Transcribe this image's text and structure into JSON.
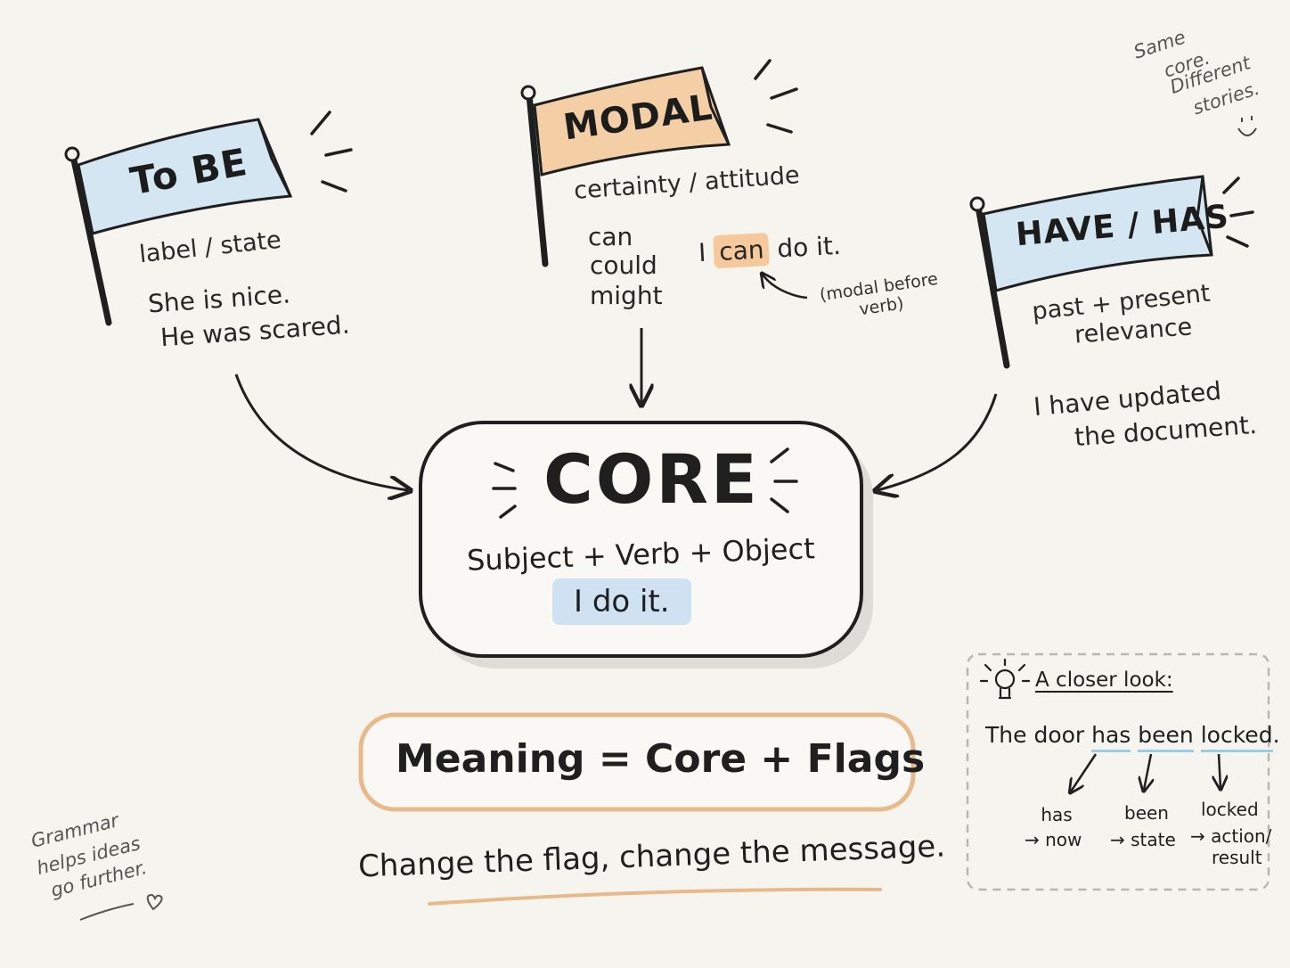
{
  "flags": {
    "to_be": {
      "title": "To BE",
      "subtitle": "label / state",
      "examples": [
        "She is nice.",
        "He was scared."
      ]
    },
    "modal": {
      "title": "MODAL",
      "subtitle": "certainty / attitude",
      "words": [
        "can",
        "could",
        "might"
      ],
      "example_pre": "I",
      "example_hl": "can",
      "example_post": "do it.",
      "note": "(modal before verb)"
    },
    "have_has": {
      "title": "HAVE / HAS",
      "subtitle_line1": "past + present",
      "subtitle_line2": "relevance",
      "example_line1": "I have updated",
      "example_line2": "the document."
    }
  },
  "core": {
    "title": "CORE",
    "formula": "Subject + Verb + Object",
    "example": "I do it."
  },
  "equation": "Meaning = Core + Flags",
  "tagline": "Change the flag, change the message.",
  "corner_note": [
    "Same",
    "core.",
    "Different",
    "stories."
  ],
  "bottom_note": [
    "Grammar",
    "helps ideas",
    "go further."
  ],
  "closer_look": {
    "title": "A closer look:",
    "sentence_pre": "The door",
    "words": [
      "has",
      "been",
      "locked"
    ],
    "sentence_end": ".",
    "explanations": [
      {
        "word": "has",
        "meaning": "→ now"
      },
      {
        "word": "been",
        "meaning": "→ state"
      },
      {
        "word": "locked",
        "meaning": "→ action/",
        "meaning2": "result"
      }
    ]
  },
  "colors": {
    "flag_blue": "#d5e6f3",
    "flag_orange": "#f4cfa6",
    "ink": "#1f1f1f",
    "underline_orange": "#e8b98a"
  }
}
